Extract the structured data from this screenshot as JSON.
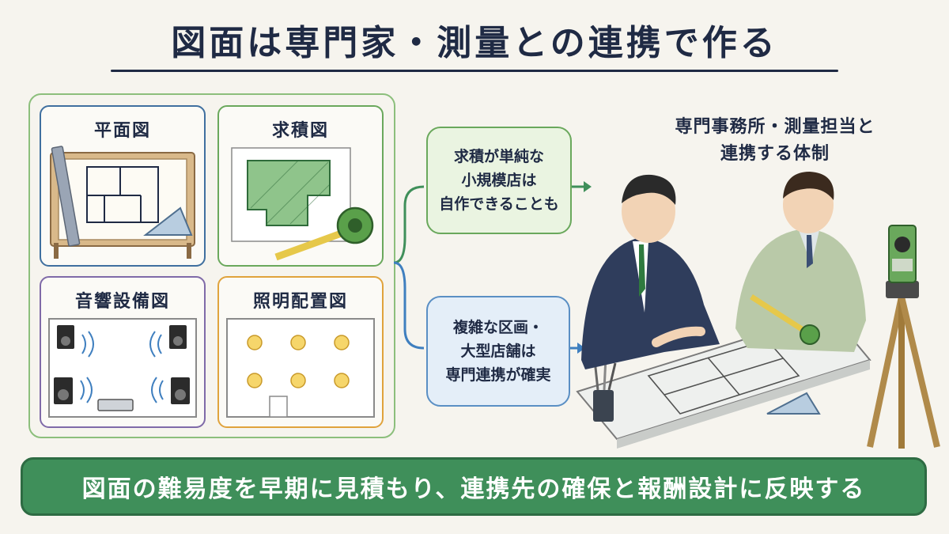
{
  "title": "図面は専門家・測量との連携で作る",
  "cards": {
    "floor_plan": "平面図",
    "area_calc": "求積図",
    "sound_equipment": "音響設備図",
    "lighting_layout": "照明配置図"
  },
  "notes": {
    "simple": [
      "求積が単純な",
      "小規模店は",
      "自作できることも"
    ],
    "complex": [
      "複雑な区画・",
      "大型店舗は",
      "専門連携が確実"
    ]
  },
  "staff_caption": [
    "専門事務所・測量担当と",
    "連携する体制"
  ],
  "banner": "図面の難易度を早期に見積もり、連携先の確保と報酬設計に反映する",
  "colors": {
    "title": "#1f2a44",
    "banner_bg": "#3f8f5a",
    "card_blue": "#3f6f9f",
    "card_green": "#6aa85c",
    "card_purple": "#7f6aa8",
    "card_orange": "#e0a33c",
    "arrow_green": "#3f8f5a",
    "arrow_blue": "#3f7fbf"
  },
  "icons": [
    "drafting-board-icon",
    "area-plan-icon",
    "tape-measure-icon",
    "speaker-icon",
    "amplifier-icon",
    "light-bulb-icon",
    "surveyor-tripod-icon",
    "pen-cup-icon",
    "triangle-ruler-icon"
  ]
}
